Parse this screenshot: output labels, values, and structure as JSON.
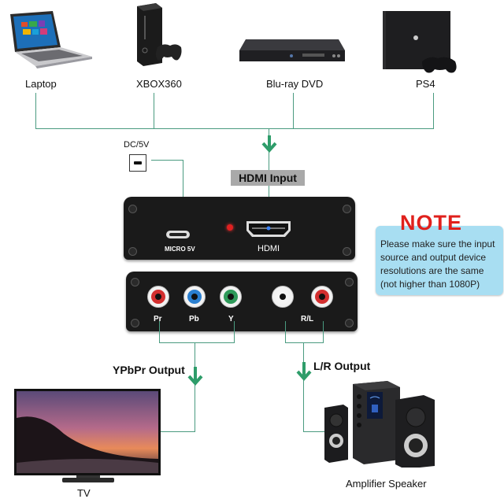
{
  "inputs": {
    "devices": [
      {
        "label": "Laptop"
      },
      {
        "label": "XBOX360"
      },
      {
        "label": "Blu-ray DVD"
      },
      {
        "label": "PS4"
      }
    ]
  },
  "power": {
    "label": "DC/5V"
  },
  "hdmi_input_label": "HDMI Input",
  "front_panel": {
    "micro_label": "MICRO 5V",
    "hdmi_label": "HDMI"
  },
  "back_panel": {
    "ports": [
      {
        "label": "Pr",
        "color": "#d32f2f"
      },
      {
        "label": "Pb",
        "color": "#2a7fd0"
      },
      {
        "label": "Y",
        "color": "#2e9a5a"
      },
      {
        "label": "R/L",
        "color_white": "#f5f5f5",
        "color_red": "#d32f2f"
      }
    ]
  },
  "note": {
    "title": "NOTE",
    "body": "Please make sure the input source and output device resolutions are the same (not higher than 1080P)",
    "lines": [
      "Please make sure the input",
      "source and output device",
      "resolutions are the same",
      "(not higher than 1080P)"
    ]
  },
  "outputs": {
    "ypbpr_label": "YPbPr Output",
    "lr_label": "L/R Output",
    "tv_label": "TV",
    "speaker_label": "Amplifier Speaker"
  },
  "colors": {
    "line": "#4a9b80",
    "arrow": "#2e9d6a",
    "note_bg": "#a8def2",
    "note_title": "#e0201c",
    "label_bg": "#a9a9a9"
  }
}
